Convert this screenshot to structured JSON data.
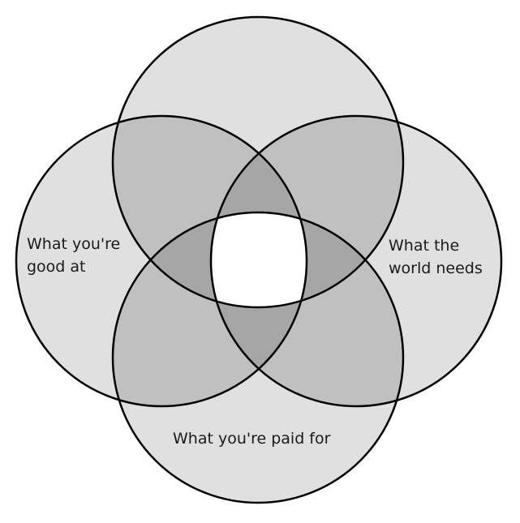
{
  "diagram": {
    "circles": [
      {
        "name": "top-circle"
      },
      {
        "name": "left-circle",
        "label": "What you're\ngood at"
      },
      {
        "name": "right-circle",
        "label": "What the\nworld needs"
      },
      {
        "name": "bottom-circle",
        "label": "What you're paid for"
      }
    ]
  },
  "colors": {
    "single_region": "#e0e0e0",
    "double_overlap": "#c0c0c0",
    "triple_overlap": "#a6a6a6",
    "center": "#ffffff",
    "outline": "#000000"
  }
}
